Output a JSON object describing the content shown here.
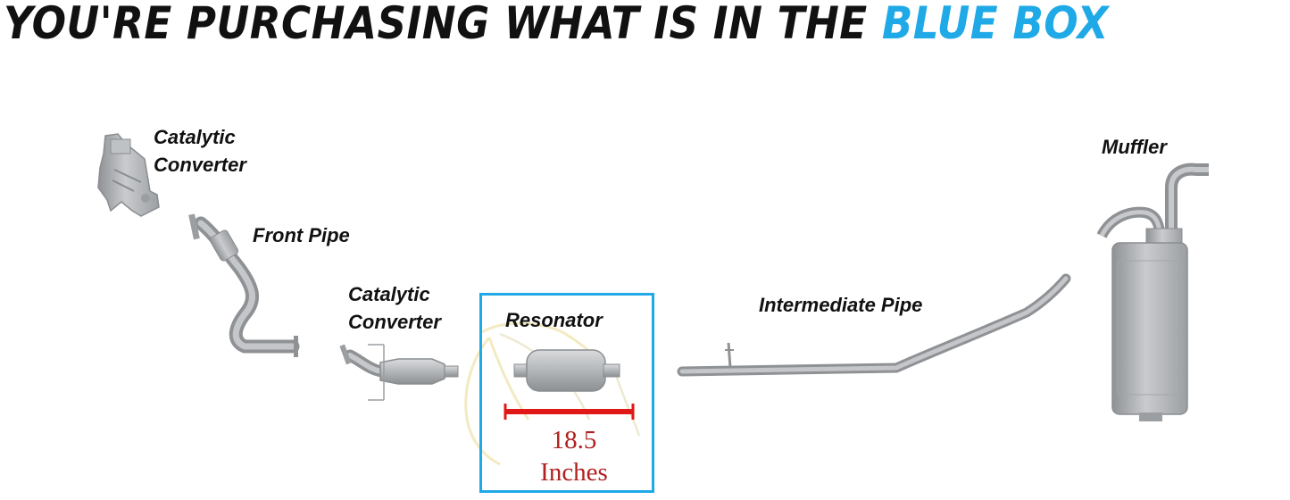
{
  "headline": {
    "prefix": "YOU'RE PURCHASING WHAT IS IN THE",
    "highlight": "BLUE BOX"
  },
  "parts": {
    "cat_front_line1": "Catalytic",
    "cat_front_line2": "Converter",
    "front_pipe": "Front Pipe",
    "cat_rear_line1": "Catalytic",
    "cat_rear_line2": "Converter",
    "resonator": "Resonator",
    "intermediate_pipe": "Intermediate Pipe",
    "muffler": "Muffler"
  },
  "measurement": {
    "value": "18.5",
    "unit": "Inches"
  },
  "colors": {
    "accent": "#1fa9e6",
    "measure_bar": "#e01818",
    "pipe": "#a9acaf"
  }
}
